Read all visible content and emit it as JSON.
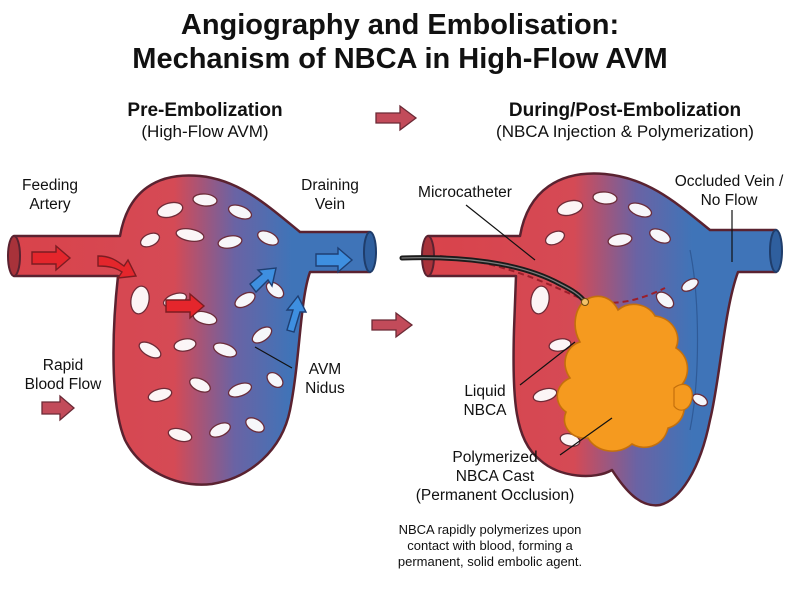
{
  "title": {
    "line1": "Angiography and Embolisation:",
    "line2": "Mechanism of NBCA in High-Flow AVM"
  },
  "left_panel": {
    "heading": "Pre-Embolization",
    "subheading": "(High-Flow AVM)",
    "labels": {
      "feeding_artery_1": "Feeding",
      "feeding_artery_2": "Artery",
      "draining_vein_1": "Draining",
      "draining_vein_2": "Vein",
      "rapid_flow_1": "Rapid",
      "rapid_flow_2": "Blood Flow",
      "nidus_1": "AVM",
      "nidus_2": "Nidus"
    }
  },
  "right_panel": {
    "heading": "During/Post-Embolization",
    "subheading": "(NBCA Injection & Polymerization)",
    "labels": {
      "microcatheter": "Microcatheter",
      "occluded_vein_1": "Occluded Vein /",
      "occluded_vein_2": "No Flow",
      "liquid_1": "Liquid",
      "liquid_2": "NBCA",
      "cast_1": "Polymerized",
      "cast_2": "NBCA Cast",
      "cast_3": "(Permanent Occlusion)"
    },
    "note": {
      "line1": "NBCA rapidly polymerizes upon",
      "line2": "contact with blood, forming a",
      "line3": "permanent, solid embolic agent."
    }
  },
  "colors": {
    "artery": "#d9434b",
    "artery_dark": "#8e2b32",
    "vein": "#3f74b8",
    "vein_dark": "#244a80",
    "nbca": "#f59a1f",
    "catheter": "#2a2a2a",
    "arrow": "#b24a58"
  }
}
